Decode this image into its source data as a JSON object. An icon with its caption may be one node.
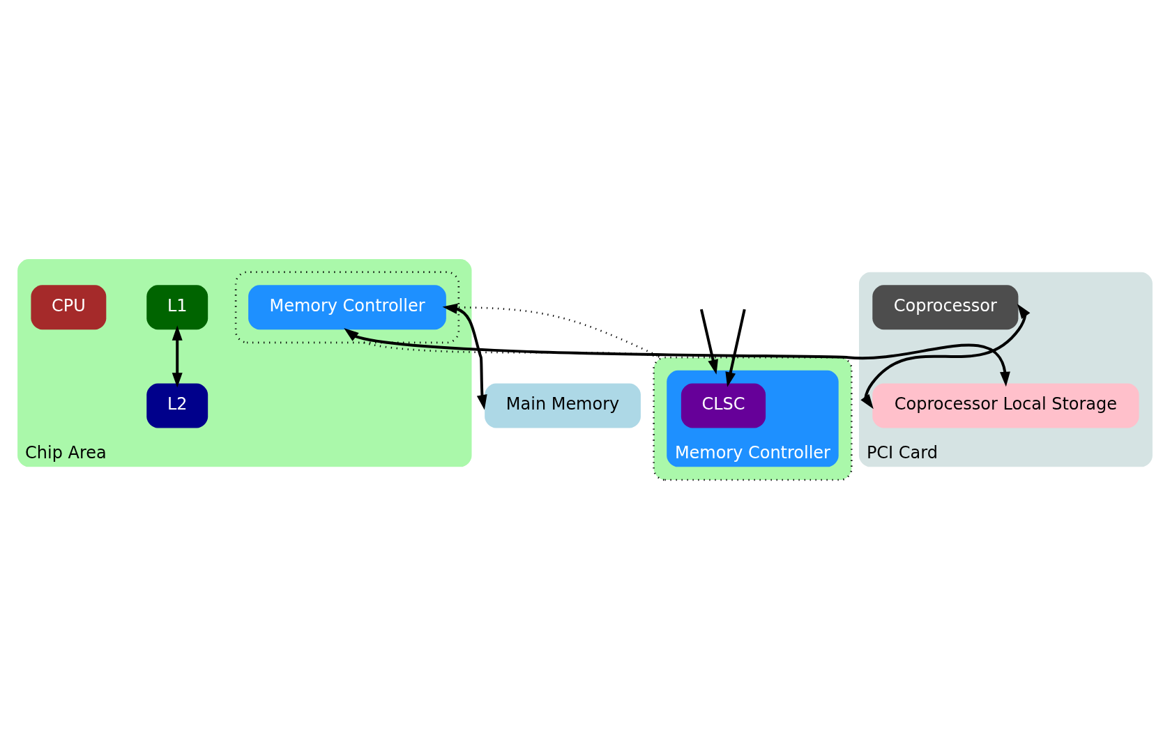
{
  "diagram": {
    "nodes": [
      {
        "text": [
          "Chip Area"
        ]
      },
      {
        "text": [
          "L1"
        ],
        "in": 0
      },
      {
        "text": [
          "CPU"
        ],
        "in": 0
      },
      {
        "text": [
          "L2"
        ],
        "in": 0
      },
      {
        "text": [],
        "shape": "box",
        "in": 0
      },
      {
        "text": [
          "Memory Controller"
        ],
        "in": 4
      },
      {
        "text": [
          "Main Memory"
        ]
      },
      {
        "text": [],
        "shape": "box"
      },
      {
        "text": [
          "Memory Controller"
        ],
        "in": 7
      },
      {
        "text": [
          "CLSC"
        ],
        "in": 8
      },
      {
        "text": [
          "PCI Card"
        ]
      },
      {
        "text": [
          "Coprocessor"
        ],
        "in": 10
      },
      {
        "text": [
          "Coprocessor Local Storage"
        ],
        "in": 10
      }
    ],
    "edges": [
      {
        "from": 1,
        "to": 3,
        "arrow": "both"
      },
      {
        "from": 5,
        "to": 6,
        "arrow": "both"
      },
      {
        "from": 5,
        "to": 12,
        "arrow": "both"
      },
      {
        "from": 11,
        "to": 12,
        "arrow": "both"
      },
      {
        "from": null,
        "to": 8,
        "arrow": "to"
      },
      {
        "from": null,
        "to": 9,
        "arrow": "to"
      },
      {
        "from": 4,
        "to": 7,
        "arrow": "none",
        "style": "dashed"
      },
      {
        "from": 4,
        "to": 7,
        "arrow": "none",
        "style": "dashed"
      }
    ]
  }
}
